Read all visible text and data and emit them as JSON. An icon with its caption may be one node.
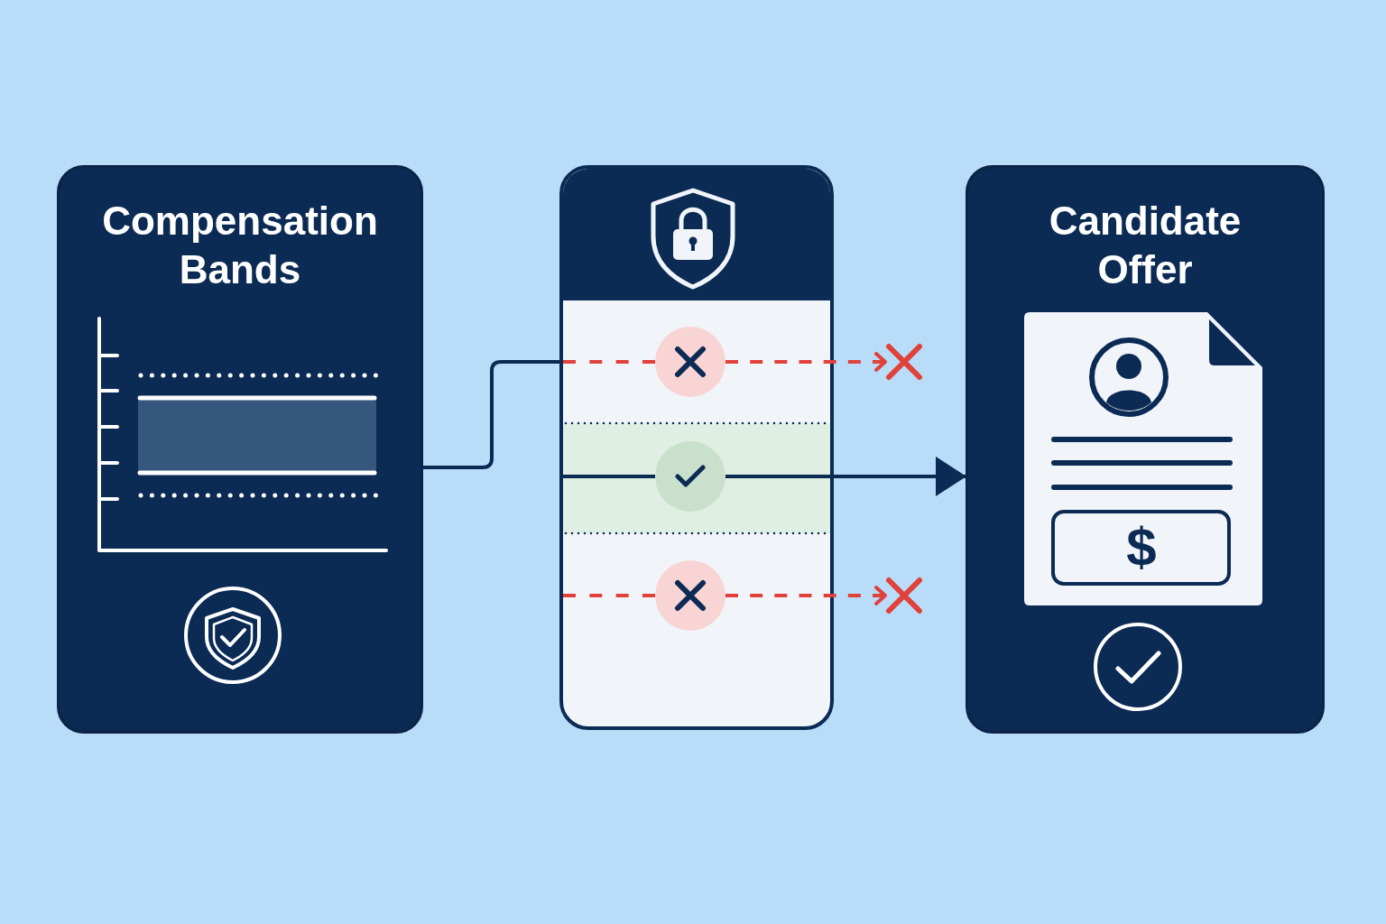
{
  "diagram": {
    "nodes": [
      {
        "text": [
          "Compensation Bands"
        ]
      },
      {
        "text": [],
        "shape": "box"
      },
      {
        "text": [
          "Candidate Offer"
        ]
      },
      {
        "text": [],
        "in": 1,
        "shape": "circle"
      },
      {
        "text": [],
        "in": 1,
        "shape": "circle"
      },
      {
        "text": [],
        "in": 1,
        "shape": "circle"
      },
      {
        "text": [],
        "shape": "cross"
      },
      {
        "text": [],
        "shape": "cross"
      }
    ],
    "edges": [
      {
        "from": 0,
        "to": 1,
        "arrow": "none",
        "color": "#0b2a54"
      },
      {
        "from": 1,
        "to": 3,
        "arrow": "none",
        "style": "dashed",
        "color": "#e0413a"
      },
      {
        "from": 3,
        "to": 6,
        "arrow": "to",
        "style": "dashed",
        "color": "#e0413a"
      },
      {
        "from": 1,
        "to": 4,
        "arrow": "none",
        "color": "#0b2a54"
      },
      {
        "from": 4,
        "to": 2,
        "arrow": "to",
        "color": "#0b2a54"
      },
      {
        "from": 1,
        "to": 5,
        "arrow": "none",
        "style": "dashed",
        "color": "#e0413a"
      },
      {
        "from": 5,
        "to": 7,
        "arrow": "to",
        "style": "dashed",
        "color": "#e0413a"
      }
    ],
    "labels": [
      "$"
    ]
  }
}
